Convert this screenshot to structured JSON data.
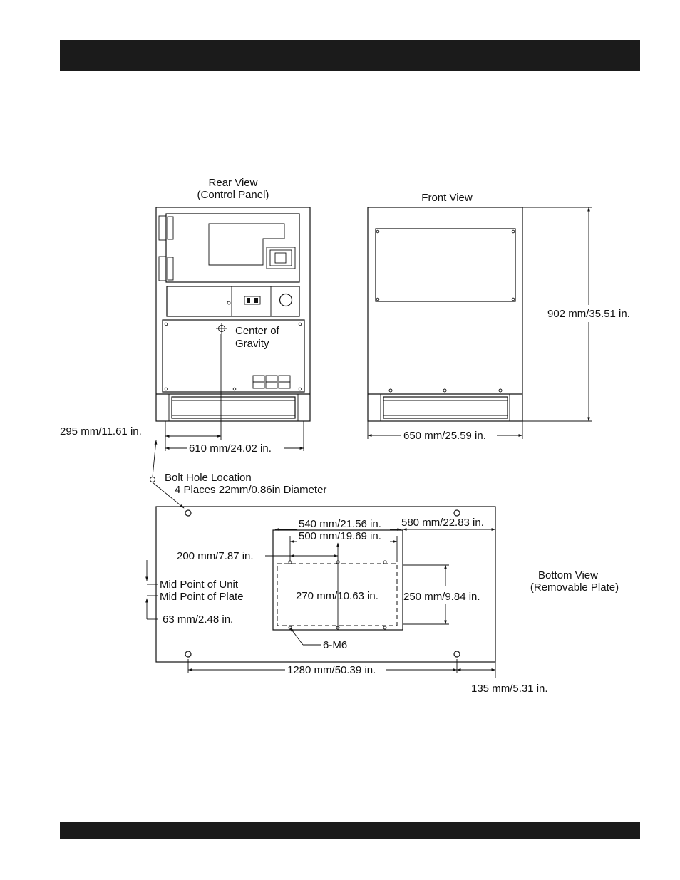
{
  "header_bar": "",
  "footer_bar": "",
  "rear_view": {
    "title_line1": "Rear View",
    "title_line2": "(Control Panel)",
    "cog_line1": "Center of",
    "cog_line2": "Gravity"
  },
  "front_view": {
    "title": "Front View"
  },
  "bottom_view": {
    "title_line1": "Bottom View",
    "title_line2": "(Removable Plate)"
  },
  "dimensions": {
    "height": "902 mm/35.51 in.",
    "front_width": "650 mm/25.59 in.",
    "cog_offset": "295 mm/11.61 in.",
    "rear_width": "610 mm/24.02 in.",
    "plate_outer": "540 mm/21.56 in.",
    "plate_inner": "500 mm/19.69 in.",
    "plate_offset": "580 mm/22.83 in.",
    "hole_spacing": "200 mm/7.87 in.",
    "plate_height_outer": "270 mm/10.63 in.",
    "plate_height_inner": "250 mm/9.84 in.",
    "midpoint_offset": "63 mm/2.48 in.",
    "bolt_spacing": "1280 mm/50.39 in.",
    "bolt_edge": "135 mm/5.31 in."
  },
  "labels": {
    "bolt_hole_line1": "Bolt Hole Location",
    "bolt_hole_line2": "4 Places 22mm/0.86in Diameter",
    "mid_unit": "Mid Point of Unit",
    "mid_plate": "Mid Point of Plate",
    "fastener": "6-M6"
  }
}
